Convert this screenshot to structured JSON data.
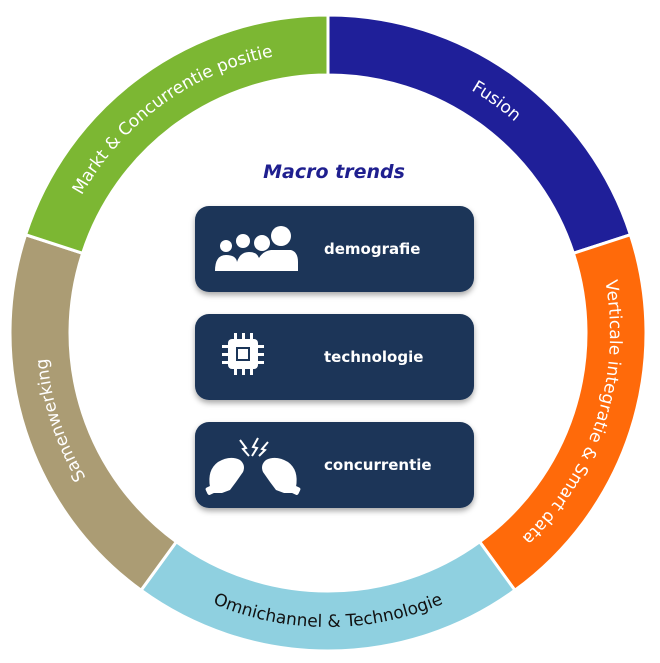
{
  "diagram": {
    "title": "Macro trends",
    "colors": {
      "title": "#1f1f8f",
      "box_bg": "#1b3558",
      "box_text": "#ffffff",
      "icon": "#ffffff"
    },
    "segments": [
      {
        "label": "Fusion",
        "color": "#1f1f99",
        "text_color": "#ffffff"
      },
      {
        "label": "Verticale integratie & Smart data",
        "color": "#ff6a0a",
        "text_color": "#ffffff"
      },
      {
        "label": "Omnichannel  & Technologie",
        "color": "#8fd0e0",
        "text_color": "#111111"
      },
      {
        "label": "Samenwerking",
        "color": "#ab9c74",
        "text_color": "#ffffff"
      },
      {
        "label": "Markt & Concurrentie positie",
        "color": "#7cb733",
        "text_color": "#ffffff"
      }
    ],
    "trends": [
      {
        "label": "demografie",
        "icon": "people-group-icon"
      },
      {
        "label": "technologie",
        "icon": "microchip-icon"
      },
      {
        "label": "concurrentie",
        "icon": "boxing-gloves-icon"
      }
    ]
  }
}
